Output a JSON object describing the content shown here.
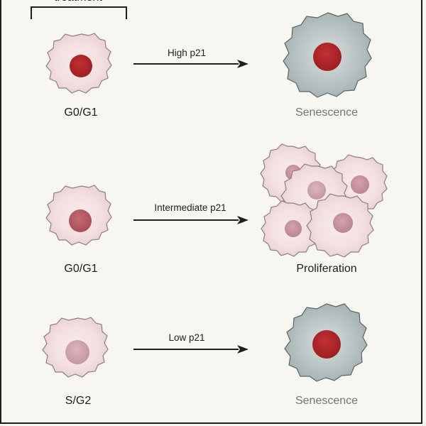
{
  "header": {
    "bracket_label": "treatment"
  },
  "rows": [
    {
      "state_label": "G0/G1",
      "arrow_label": "High p21",
      "outcome_label": "Senescence"
    },
    {
      "state_label": "G0/G1",
      "arrow_label": "Intermediate p21",
      "outcome_label": "Proliferation"
    },
    {
      "state_label": "S/G2",
      "arrow_label": "Low p21",
      "outcome_label": "Senescence"
    }
  ],
  "colors": {
    "cell_body": "#f3dfe0",
    "cell_outline": "#8d7f80",
    "nucleus_dark_red": "#b5262a",
    "nucleus_medium": "#b85a64",
    "nucleus_light": "#d3a9b1",
    "senescent_cell": "#b9c3c3",
    "outcome_text_grey": "#6e7876"
  }
}
